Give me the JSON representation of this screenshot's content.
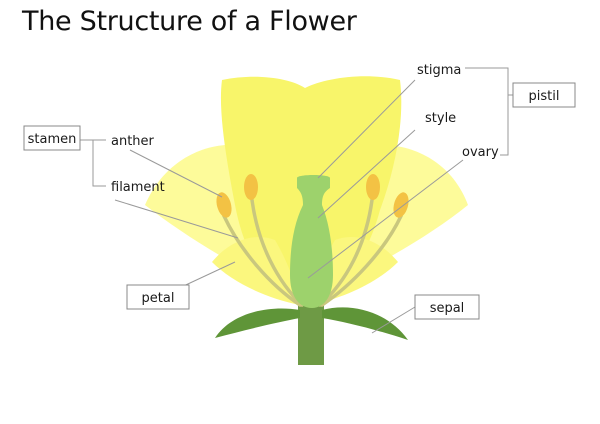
{
  "title": "The Structure of a Flower",
  "labels": {
    "stigma": "stigma",
    "style": "style",
    "ovary": "ovary",
    "pistil": "pistil",
    "stamen": "stamen",
    "anther": "anther",
    "filament": "filament",
    "petal": "petal",
    "sepal": "sepal"
  },
  "colors": {
    "petal_back": "#fdfb9a",
    "petal_front": "#f8f56a",
    "pistil": "#9dd26c",
    "stem": "#6e9a45",
    "sepal": "#5f9538",
    "filament": "#c9c77e",
    "anther": "#f3c244",
    "leader_line": "#9a9a9a",
    "label_box_border": "#888888"
  }
}
